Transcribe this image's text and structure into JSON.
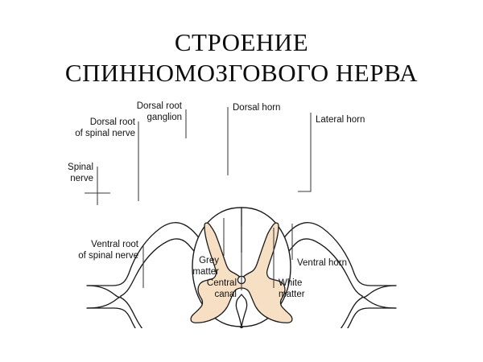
{
  "title": {
    "line1": "СТРОЕНИЕ",
    "line2": "СПИННОМОЗГОВОГО НЕРВА"
  },
  "colors": {
    "background": "#ffffff",
    "grey_matter_fill": "#f7dfc4",
    "outline": "#1a1a1a",
    "leader_line": "#3a3a3a",
    "text": "#111111"
  },
  "figure": {
    "caption_type": "anatomical-cross-section",
    "subject": "spinal cord cross-section with spinal nerve roots",
    "labels": [
      {
        "id": "dorsal-root-ganglion",
        "text": "Dorsal root\nganglion"
      },
      {
        "id": "dorsal-root-of-spinal-nerve",
        "text": "Dorsal root\nof spinal nerve"
      },
      {
        "id": "spinal-nerve",
        "text": "Spinal\nnerve"
      },
      {
        "id": "dorsal-horn",
        "text": "Dorsal horn"
      },
      {
        "id": "lateral-horn",
        "text": "Lateral horn"
      },
      {
        "id": "ventral-root-of-spinal-nerve",
        "text": "Ventral root\nof spinal nerve"
      },
      {
        "id": "grey-matter",
        "text": "Grey\nmatter"
      },
      {
        "id": "central-canal",
        "text": "Central\ncanal"
      },
      {
        "id": "white-matter",
        "text": "White\nmatter"
      },
      {
        "id": "ventral-horn",
        "text": "Ventral horn"
      }
    ]
  }
}
